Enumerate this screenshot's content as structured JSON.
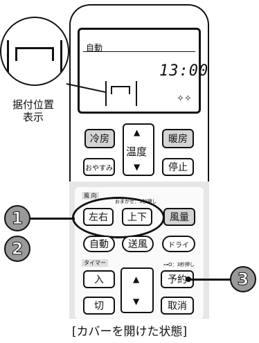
{
  "lcd": {
    "mode": "自動",
    "time": "13:00",
    "sparkle": "✧✧"
  },
  "magnifier": {
    "label_line1": "据付位置",
    "label_line2": "表示"
  },
  "buttons": {
    "cool": "冷房",
    "heat": "暖房",
    "temperature": "温度",
    "sleep": "おやすみ",
    "stop": "停止",
    "left_right": "左右",
    "up_down": "上下",
    "fan_volume": "風量",
    "auto": "自動",
    "fan": "送風",
    "dry": "ドライ",
    "on": "入",
    "off": "切",
    "reserve": "予約",
    "cancel": "取消",
    "arrow_up": "▲",
    "arrow_down": "▼"
  },
  "labels": {
    "direction": "風 向",
    "omakase": "おまかせ：3秒押し",
    "timer": "タイマー",
    "hold": "⊶O：3秒押し"
  },
  "callouts": {
    "one": "1",
    "two": "2",
    "three": "3"
  },
  "caption": "[カバーを開けた状態]",
  "colors": {
    "button_gray": "#d4d4d4",
    "panel_gray": "#e6e6e6",
    "callout_gray": "#999999"
  }
}
